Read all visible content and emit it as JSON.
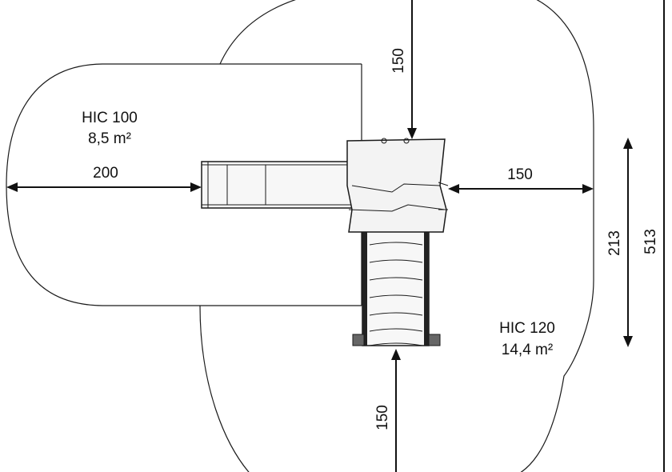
{
  "zones": {
    "left": {
      "name": "HIC 100",
      "area": "8,5 m²"
    },
    "right": {
      "name": "HIC 120",
      "area": "14,4 m²"
    }
  },
  "dimensions": {
    "left_width": "200",
    "top_height": "150",
    "right_width": "150",
    "bottom_height": "150",
    "inner_height": "213",
    "total_height": "513"
  },
  "icons": [
    "slide",
    "tower-platform",
    "ladder"
  ]
}
